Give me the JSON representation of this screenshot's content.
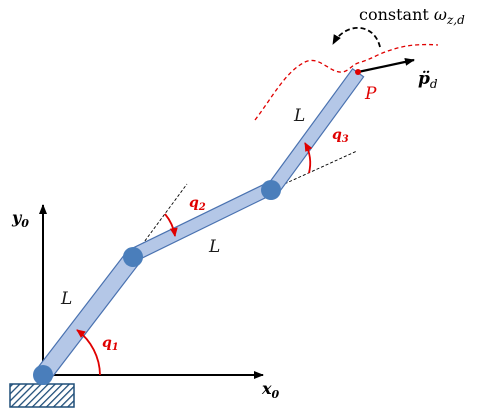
{
  "labels": {
    "y_axis": "y",
    "y_axis_sub": "0",
    "x_axis": "x",
    "x_axis_sub": "0",
    "link1": "L",
    "link2": "L",
    "link3": "L",
    "q1": "q",
    "q1_sub": "1",
    "q2": "q",
    "q2_sub": "2",
    "q3": "q",
    "q3_sub": "3",
    "point": "P",
    "constant_text": "constant ",
    "omega": "ω",
    "omega_sub": "z,d",
    "acc": "p̈",
    "acc_sub": "d"
  },
  "colors": {
    "link_fill": "#b4c7e7",
    "link_stroke": "#4a72b0",
    "joint": "#4a7ebb",
    "angle": "#e00000",
    "trajectory": "#e00000",
    "axis": "#000000",
    "base_hatch": "#1f4e79"
  }
}
